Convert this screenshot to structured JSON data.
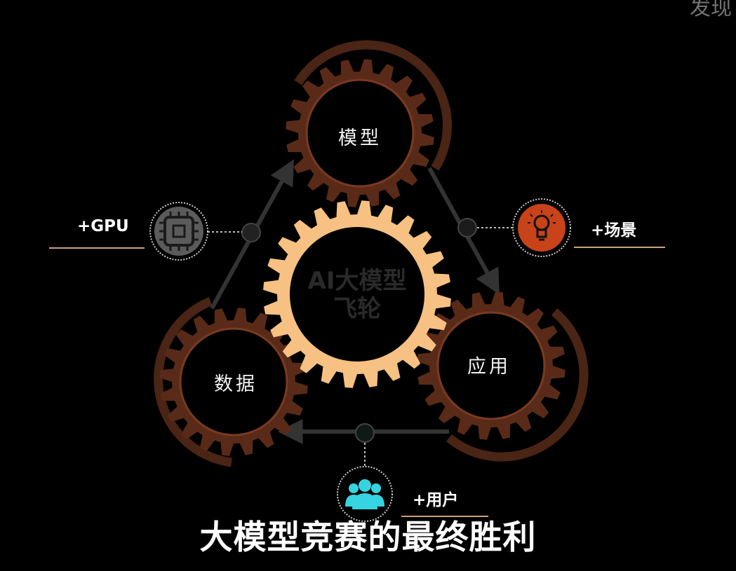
{
  "diagram": {
    "center": {
      "line1": "AI大模型",
      "line2": "飞轮"
    },
    "gears": {
      "model": "模型",
      "application": "应用",
      "data": "数据"
    },
    "inputs": {
      "gpu": "+GPU",
      "scene": "+场景",
      "user": "+用户"
    }
  },
  "caption": "大模型竞赛的最终胜利",
  "corner_text": "发现",
  "colors": {
    "background": "#000000",
    "gear_dark": "#5a2a18",
    "gear_center": "#f6c182",
    "scene_icon_bg": "#c8431a",
    "user_icon": "#35d4e0",
    "underline": "#c9a47a"
  }
}
